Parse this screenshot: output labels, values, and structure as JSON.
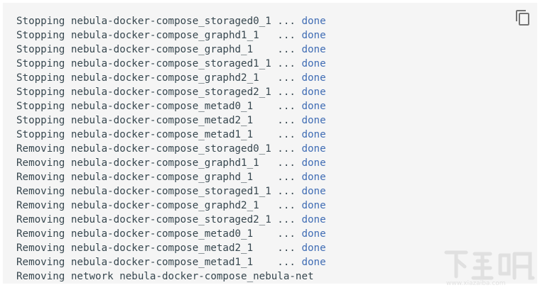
{
  "code": {
    "lines": [
      {
        "text": "Stopping nebula-docker-compose_storaged0_1 ... ",
        "status": "done"
      },
      {
        "text": "Stopping nebula-docker-compose_graphd1_1   ... ",
        "status": "done"
      },
      {
        "text": "Stopping nebula-docker-compose_graphd_1    ... ",
        "status": "done"
      },
      {
        "text": "Stopping nebula-docker-compose_storaged1_1 ... ",
        "status": "done"
      },
      {
        "text": "Stopping nebula-docker-compose_graphd2_1   ... ",
        "status": "done"
      },
      {
        "text": "Stopping nebula-docker-compose_storaged2_1 ... ",
        "status": "done"
      },
      {
        "text": "Stopping nebula-docker-compose_metad0_1    ... ",
        "status": "done"
      },
      {
        "text": "Stopping nebula-docker-compose_metad2_1    ... ",
        "status": "done"
      },
      {
        "text": "Stopping nebula-docker-compose_metad1_1    ... ",
        "status": "done"
      },
      {
        "text": "Removing nebula-docker-compose_storaged0_1 ... ",
        "status": "done"
      },
      {
        "text": "Removing nebula-docker-compose_graphd1_1   ... ",
        "status": "done"
      },
      {
        "text": "Removing nebula-docker-compose_graphd_1    ... ",
        "status": "done"
      },
      {
        "text": "Removing nebula-docker-compose_storaged1_1 ... ",
        "status": "done"
      },
      {
        "text": "Removing nebula-docker-compose_graphd2_1   ... ",
        "status": "done"
      },
      {
        "text": "Removing nebula-docker-compose_storaged2_1 ... ",
        "status": "done"
      },
      {
        "text": "Removing nebula-docker-compose_metad0_1    ... ",
        "status": "done"
      },
      {
        "text": "Removing nebula-docker-compose_metad2_1    ... ",
        "status": "done"
      },
      {
        "text": "Removing nebula-docker-compose_metad1_1    ... ",
        "status": "done"
      },
      {
        "text": "Removing network nebula-docker-compose_nebula-net",
        "status": ""
      }
    ]
  },
  "copy_button": {
    "icon": "copy-icon"
  },
  "watermark": {
    "icon": "site-logo-watermark",
    "text": "下载吧"
  },
  "colors": {
    "background": "#f5f5f5",
    "text": "#37474f",
    "status_done": "#3f6cb4",
    "icon": "#757575"
  }
}
